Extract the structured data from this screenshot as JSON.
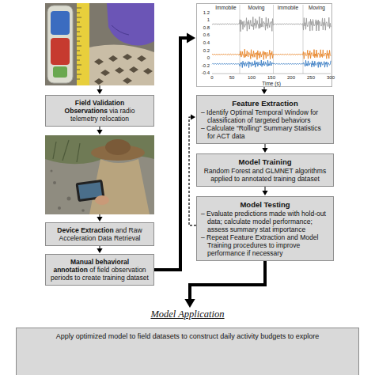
{
  "diagram": {
    "nodes": [
      {
        "text": [
          "Field Validation Observations",
          "via radio telemetry relocation"
        ]
      },
      {
        "text": [
          "Device Extraction",
          "and Raw Acceleration Data Retrieval"
        ]
      },
      {
        "text": [
          "Manual behavioral annotation",
          "of field observation periods to create training dataset"
        ]
      },
      {
        "text": [
          "Feature Extraction",
          "– Identify Optimal Temporal Window for classification of targeted behaviors",
          "– Calculate “Rolling” Summary Statistics for ACT data"
        ]
      },
      {
        "text": [
          "Model Training",
          "Random Forest and GLMNET algorithms applied to annotated training dataset"
        ]
      },
      {
        "text": [
          "Model Testing",
          "– Evaluate predictions made with hold-out data; calculate model performance; assess summary stat importance",
          "– Repeat Feature Extraction and Model Training procedures to improve performance if necessary"
        ]
      },
      {
        "text": [
          "Model Application",
          "Apply optimized model to field datasets to construct daily activity budgets to explore"
        ]
      }
    ],
    "edges": [
      {
        "from": 3,
        "to": 4,
        "arrow": "to"
      },
      {
        "from": 4,
        "to": 5,
        "arrow": "to"
      },
      {
        "from": 5,
        "to": 3,
        "arrow": "to"
      },
      {
        "from": 5,
        "to": 6,
        "arrow": "to"
      }
    ],
    "labels": [
      "Immobile",
      "Moving",
      "Immobile",
      "Moving",
      "1.2",
      "1",
      "0.8",
      "0.6",
      "0.4",
      "0.2",
      "0",
      "-0.2",
      "-0.4",
      "0",
      "50",
      "100",
      "150",
      "200",
      "250",
      "300",
      "Time (s)"
    ]
  }
}
